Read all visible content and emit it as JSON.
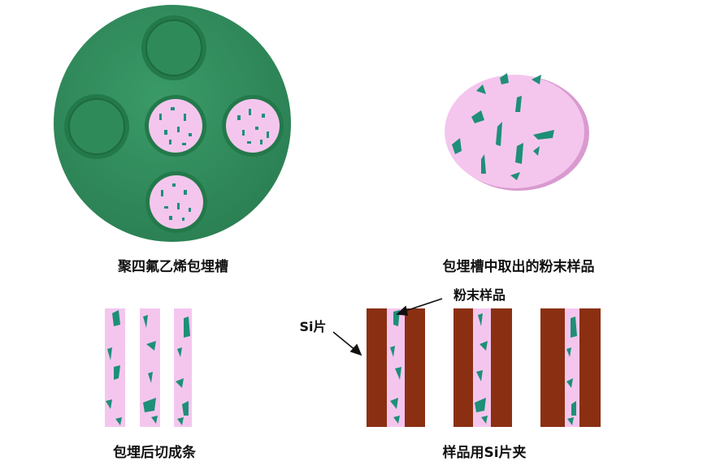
{
  "captions": {
    "ptfe_holder": "聚四氟乙烯包埋槽",
    "extracted_sample": "包埋槽中取出的粉末样品",
    "cut_strips": "包埋后切成条",
    "si_clamp": "样品用Si片夹"
  },
  "annotations": {
    "powder_sample": "粉末样品",
    "si_wafer": "Si片"
  },
  "colors": {
    "ptfe_green": "#2f8a5a",
    "ptfe_dark": "#1f6e44",
    "powder_pink": "#f4c6ee",
    "particle_teal": "#1e8f78",
    "si_brown": "#8b2f12",
    "disk_edge": "#d99ad0"
  }
}
